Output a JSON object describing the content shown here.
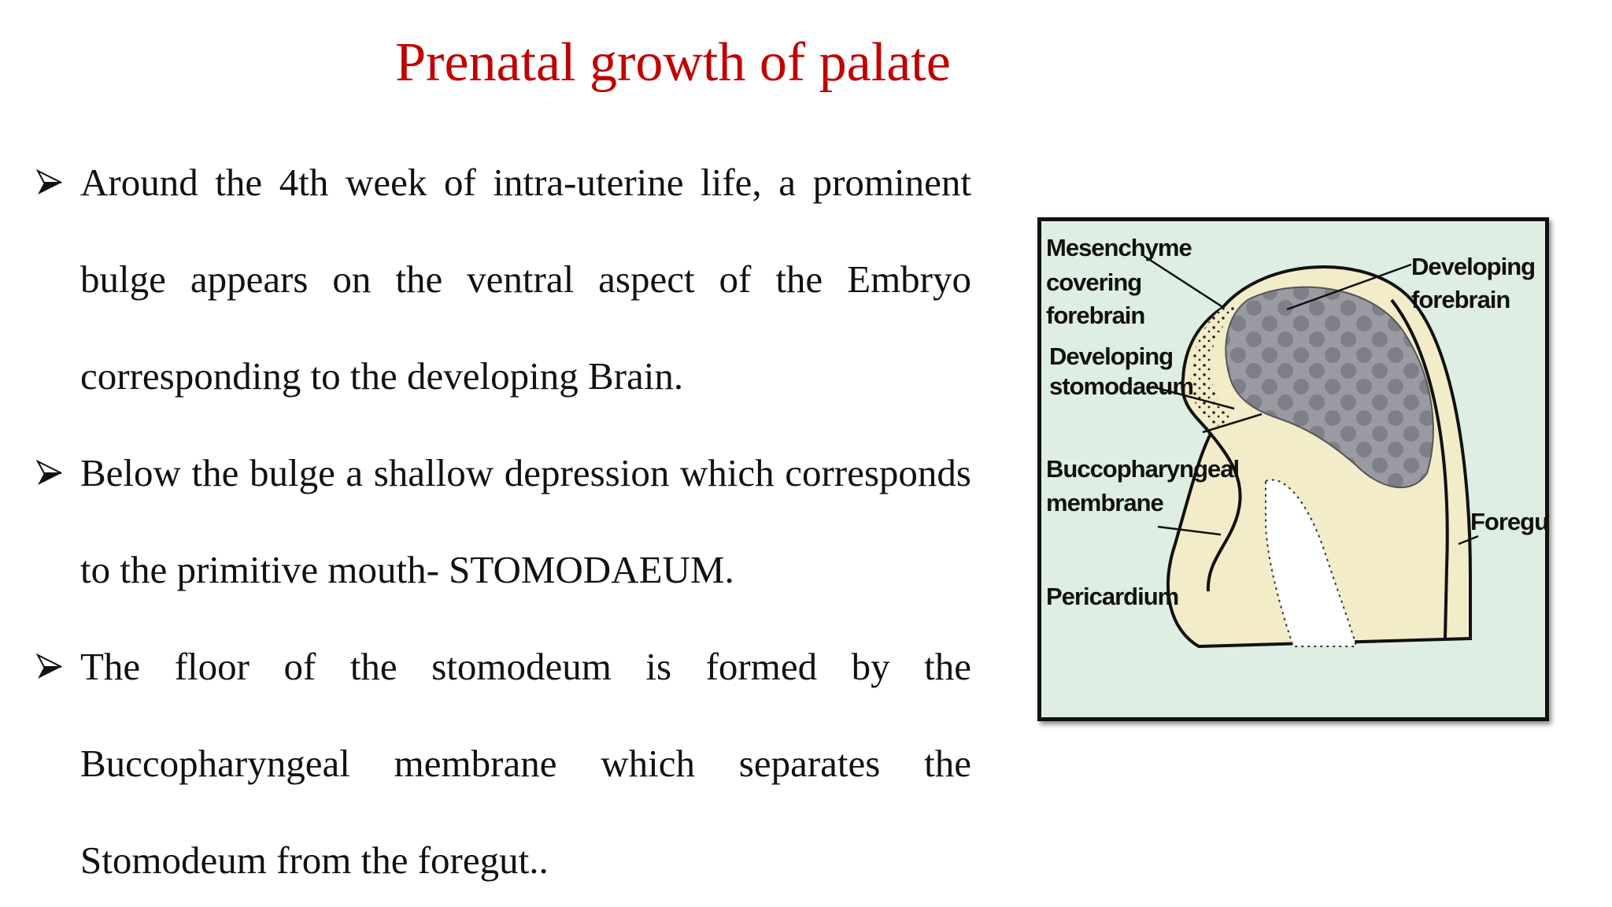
{
  "slide": {
    "title": "Prenatal growth of palate",
    "bullets": [
      {
        "text": "Around the 4th week of intra-uterine life, a prominent bulge appears on the ventral aspect of the Embryo corresponding to the developing Brain."
      },
      {
        "text": "Below the bulge a shallow depression which corresponds to the primitive mouth- STOMODAEUM."
      },
      {
        "text": "The floor of the stomodeum is formed by the Buccopharyngeal membrane which separates the Stomodeum from the foregut.."
      }
    ]
  },
  "figure": {
    "labels": {
      "mesenchyme_1": "Mesenchyme",
      "mesenchyme_2": "covering",
      "mesenchyme_3": "forebrain",
      "forebrain_1": "Developing",
      "forebrain_2": "forebrain",
      "stomodaeum_1": "Developing",
      "stomodaeum_2": "stomodaeum",
      "membrane_1": "Buccopharyngeal",
      "membrane_2": "membrane",
      "foregut": "Foregut",
      "pericardium": "Pericardium"
    },
    "colors": {
      "background": "#dfeee3",
      "embryo_fill": "#f3ecc8",
      "brain_fill": "#8f8f98",
      "outline": "#111111"
    }
  }
}
